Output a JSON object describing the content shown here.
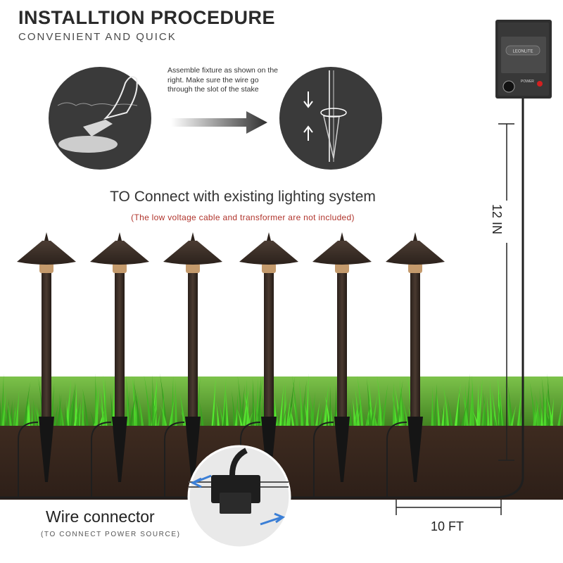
{
  "header": {
    "title": "INSTALLTION PROCEDURE",
    "subtitle": "CONVENIENT AND QUICK"
  },
  "step": {
    "instruction": "Assemble fixture as shown on the right. Make sure the wire go through the slot of the stake"
  },
  "connect": {
    "heading": "TO Connect with existing lighting system",
    "note": "(The low voltage cable and transformer are not included)"
  },
  "connector": {
    "title": "Wire connector",
    "subtitle": "(TO CONNECT POWER SOURCE)"
  },
  "transformer": {
    "brand": "LEONLITE",
    "label": "POWER"
  },
  "dimensions": {
    "height": "12 IN",
    "spacing": "10 FT"
  },
  "colors": {
    "fixture": "#3a2e27",
    "soil": "#3b2a20",
    "grass": "#4e9b24",
    "note": "#b0342c"
  },
  "lights": {
    "count": 6
  }
}
